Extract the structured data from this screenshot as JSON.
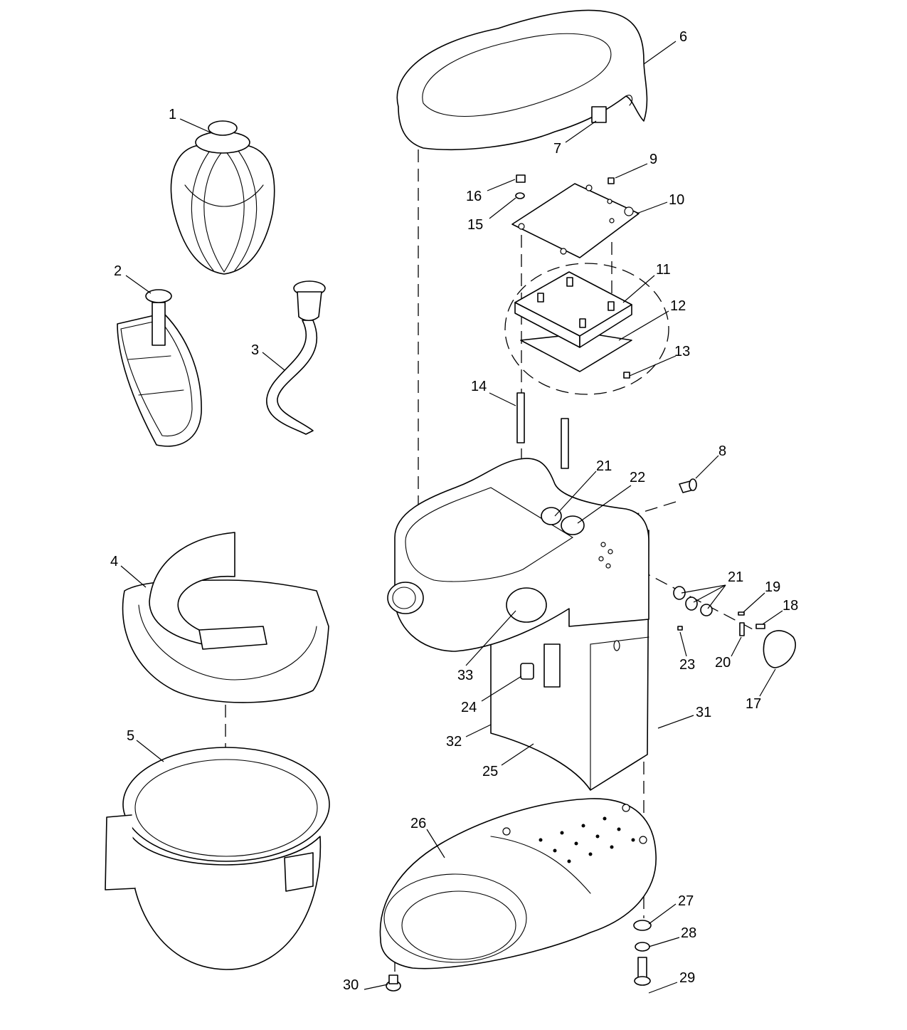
{
  "callouts": [
    {
      "num": "1"
    },
    {
      "num": "2"
    },
    {
      "num": "3"
    },
    {
      "num": "4"
    },
    {
      "num": "5"
    },
    {
      "num": "6"
    },
    {
      "num": "7"
    },
    {
      "num": "8"
    },
    {
      "num": "9"
    },
    {
      "num": "10"
    },
    {
      "num": "11"
    },
    {
      "num": "12"
    },
    {
      "num": "13"
    },
    {
      "num": "14"
    },
    {
      "num": "15"
    },
    {
      "num": "16"
    },
    {
      "num": "17"
    },
    {
      "num": "18"
    },
    {
      "num": "19"
    },
    {
      "num": "20"
    },
    {
      "num": "21"
    },
    {
      "num": "21"
    },
    {
      "num": "22"
    },
    {
      "num": "23"
    },
    {
      "num": "24"
    },
    {
      "num": "25"
    },
    {
      "num": "26"
    },
    {
      "num": "27"
    },
    {
      "num": "28"
    },
    {
      "num": "29"
    },
    {
      "num": "30"
    },
    {
      "num": "31"
    },
    {
      "num": "32"
    },
    {
      "num": "33"
    }
  ]
}
